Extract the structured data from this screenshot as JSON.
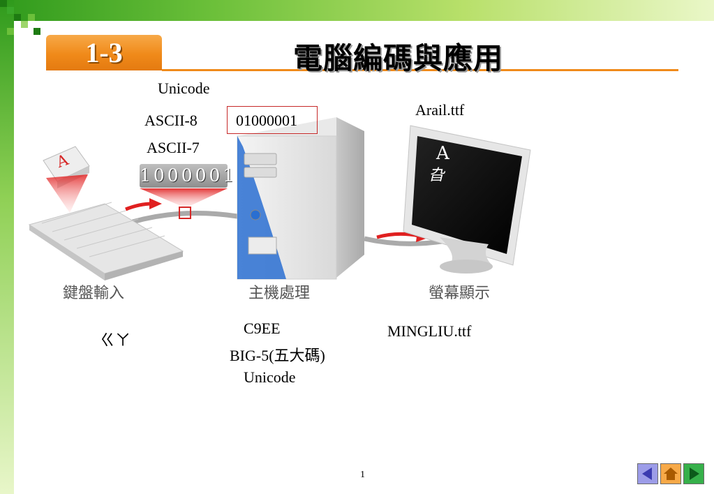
{
  "slide": {
    "number_label": "1-3",
    "title": "電腦編碼與應用",
    "page_number": "1"
  },
  "labels": {
    "unicode_top": "Unicode",
    "ascii8": "ASCII-8",
    "binary8": "01000001",
    "ascii7": "ASCII-7",
    "binary7": "1000001",
    "font_arial": "Arail.ttf",
    "keyboard_caption": "鍵盤輸入",
    "computer_caption": "主機處理",
    "monitor_caption": "螢幕顯示",
    "bopomofo": "ㄍㄚ",
    "code_c9ee": "C9EE",
    "big5": "BIG-5(五大碼)",
    "unicode_bottom": "Unicode",
    "font_mingliu": "MINGLIU.ttf",
    "key_letter": "A",
    "screen_latin": "A",
    "screen_cjk": "旮"
  },
  "nav": {
    "prev": "prev-icon",
    "home": "home-icon",
    "next": "next-icon"
  },
  "colors": {
    "accent": "#f08a1a",
    "green": "#2f9a1c",
    "red": "#d62828"
  }
}
